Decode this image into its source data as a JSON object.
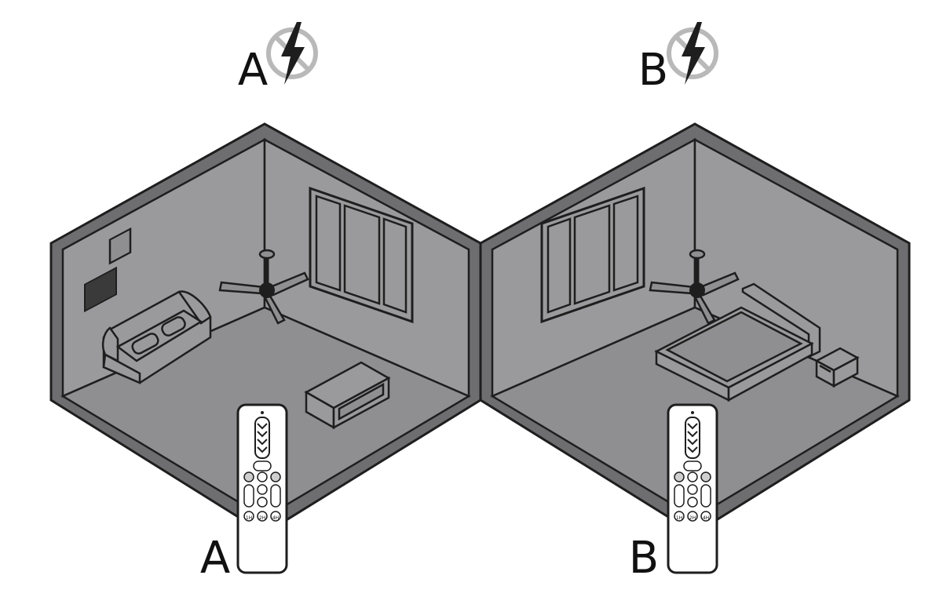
{
  "rooms": [
    {
      "id": "A",
      "top_label": "A",
      "bottom_label": "A",
      "icon": "no-power-icon",
      "remote_icon": "remote-control-icon"
    },
    {
      "id": "B",
      "top_label": "B",
      "bottom_label": "B",
      "icon": "no-power-icon",
      "remote_icon": "remote-control-icon"
    }
  ],
  "remote": {
    "timer_buttons": [
      "1H",
      "2H",
      "4H"
    ]
  },
  "colors": {
    "floor": "#8f8f91",
    "wall_inner": "#9a9a9c",
    "wall_edge": "#6e6e70",
    "stroke": "#1e1e1e",
    "icon_circle": "#b9b9b9",
    "remote_body": "#ffffff"
  }
}
